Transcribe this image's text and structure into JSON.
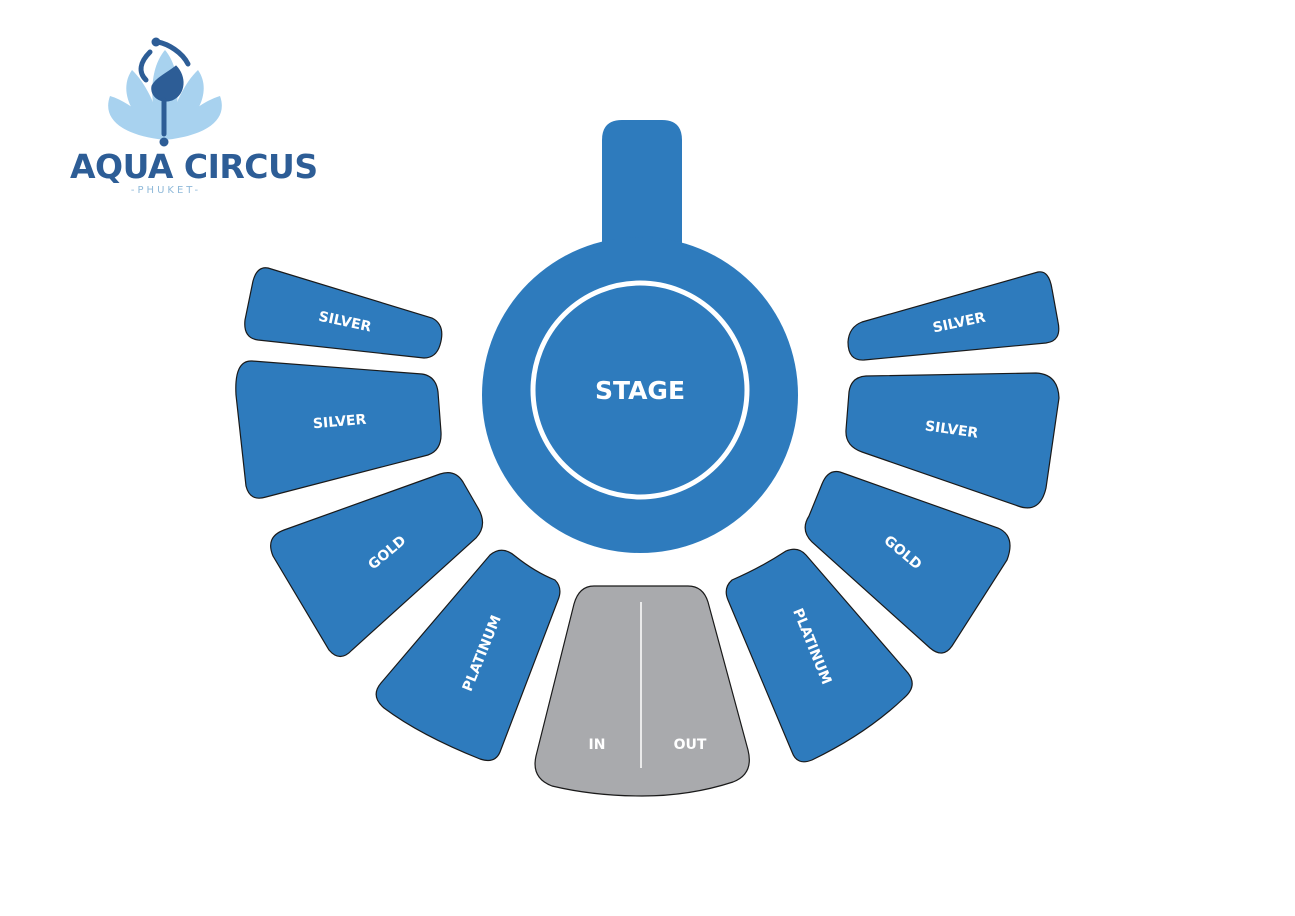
{
  "logo": {
    "name": "AQUA CIRCUS",
    "subtitle": "-PHUKET-",
    "colors": {
      "dark": "#2d5d96",
      "light": "#a8d2ef"
    }
  },
  "stage": {
    "label": "STAGE",
    "color": "#2e7bbd"
  },
  "zones": {
    "silver_left_upper": "SILVER",
    "silver_left_lower": "SILVER",
    "gold_left": "GOLD",
    "platinum_left": "PLATINUM",
    "silver_right_upper": "SILVER",
    "silver_right_lower": "SILVER",
    "gold_right": "GOLD",
    "platinum_right": "PLATINUM"
  },
  "entrance": {
    "in_label": "IN",
    "out_label": "OUT",
    "color": "#a9aaad"
  },
  "colors": {
    "seat": "#2e7bbd",
    "outline": "#1a1a1a",
    "label": "#ffffff"
  }
}
